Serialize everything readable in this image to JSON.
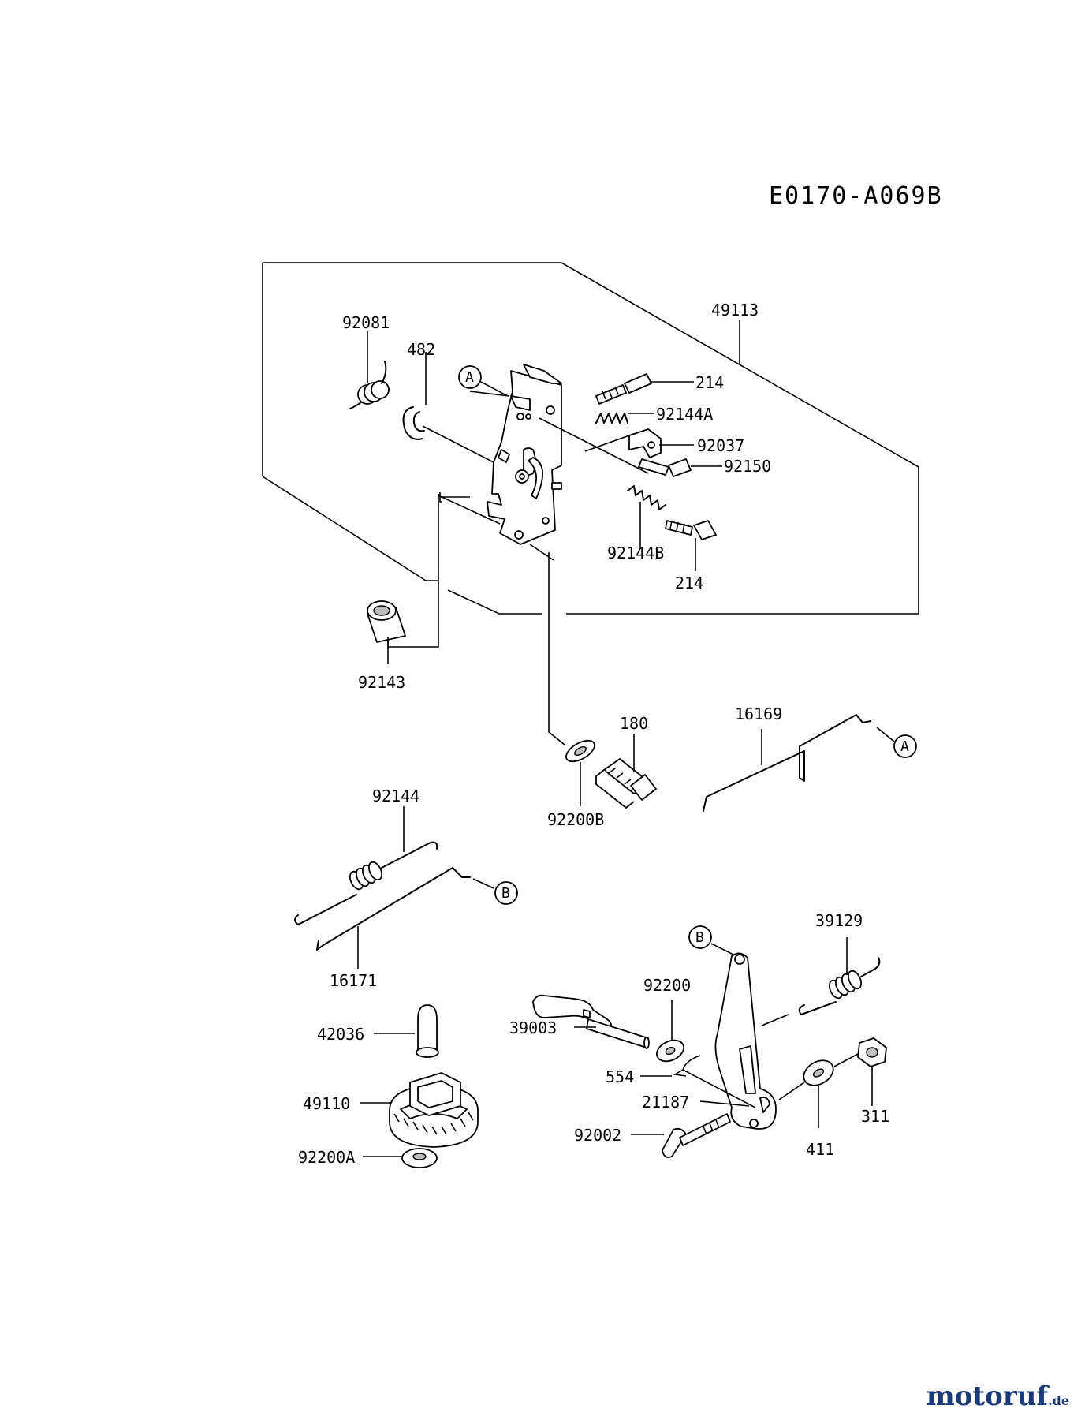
{
  "diagram_code": "E0170-A069B",
  "brand": {
    "name": "motoruf",
    "tld": ".de"
  },
  "callouts": {
    "a": "A",
    "b": "B"
  },
  "parts": {
    "p49113": "49113",
    "p92081": "92081",
    "p482": "482",
    "p214_top": "214",
    "p92144A": "92144A",
    "p92037": "92037",
    "p92150": "92150",
    "p92144B": "92144B",
    "p214_bottom": "214",
    "p92143": "92143",
    "p180": "180",
    "p16169": "16169",
    "p92200B": "92200B",
    "p92144": "92144",
    "p16171": "16171",
    "p39129": "39129",
    "p92200": "92200",
    "p39003": "39003",
    "p42036": "42036",
    "p554": "554",
    "p49110": "49110",
    "p21187": "21187",
    "p92002": "92002",
    "p311": "311",
    "p411": "411",
    "p92200A": "92200A"
  }
}
